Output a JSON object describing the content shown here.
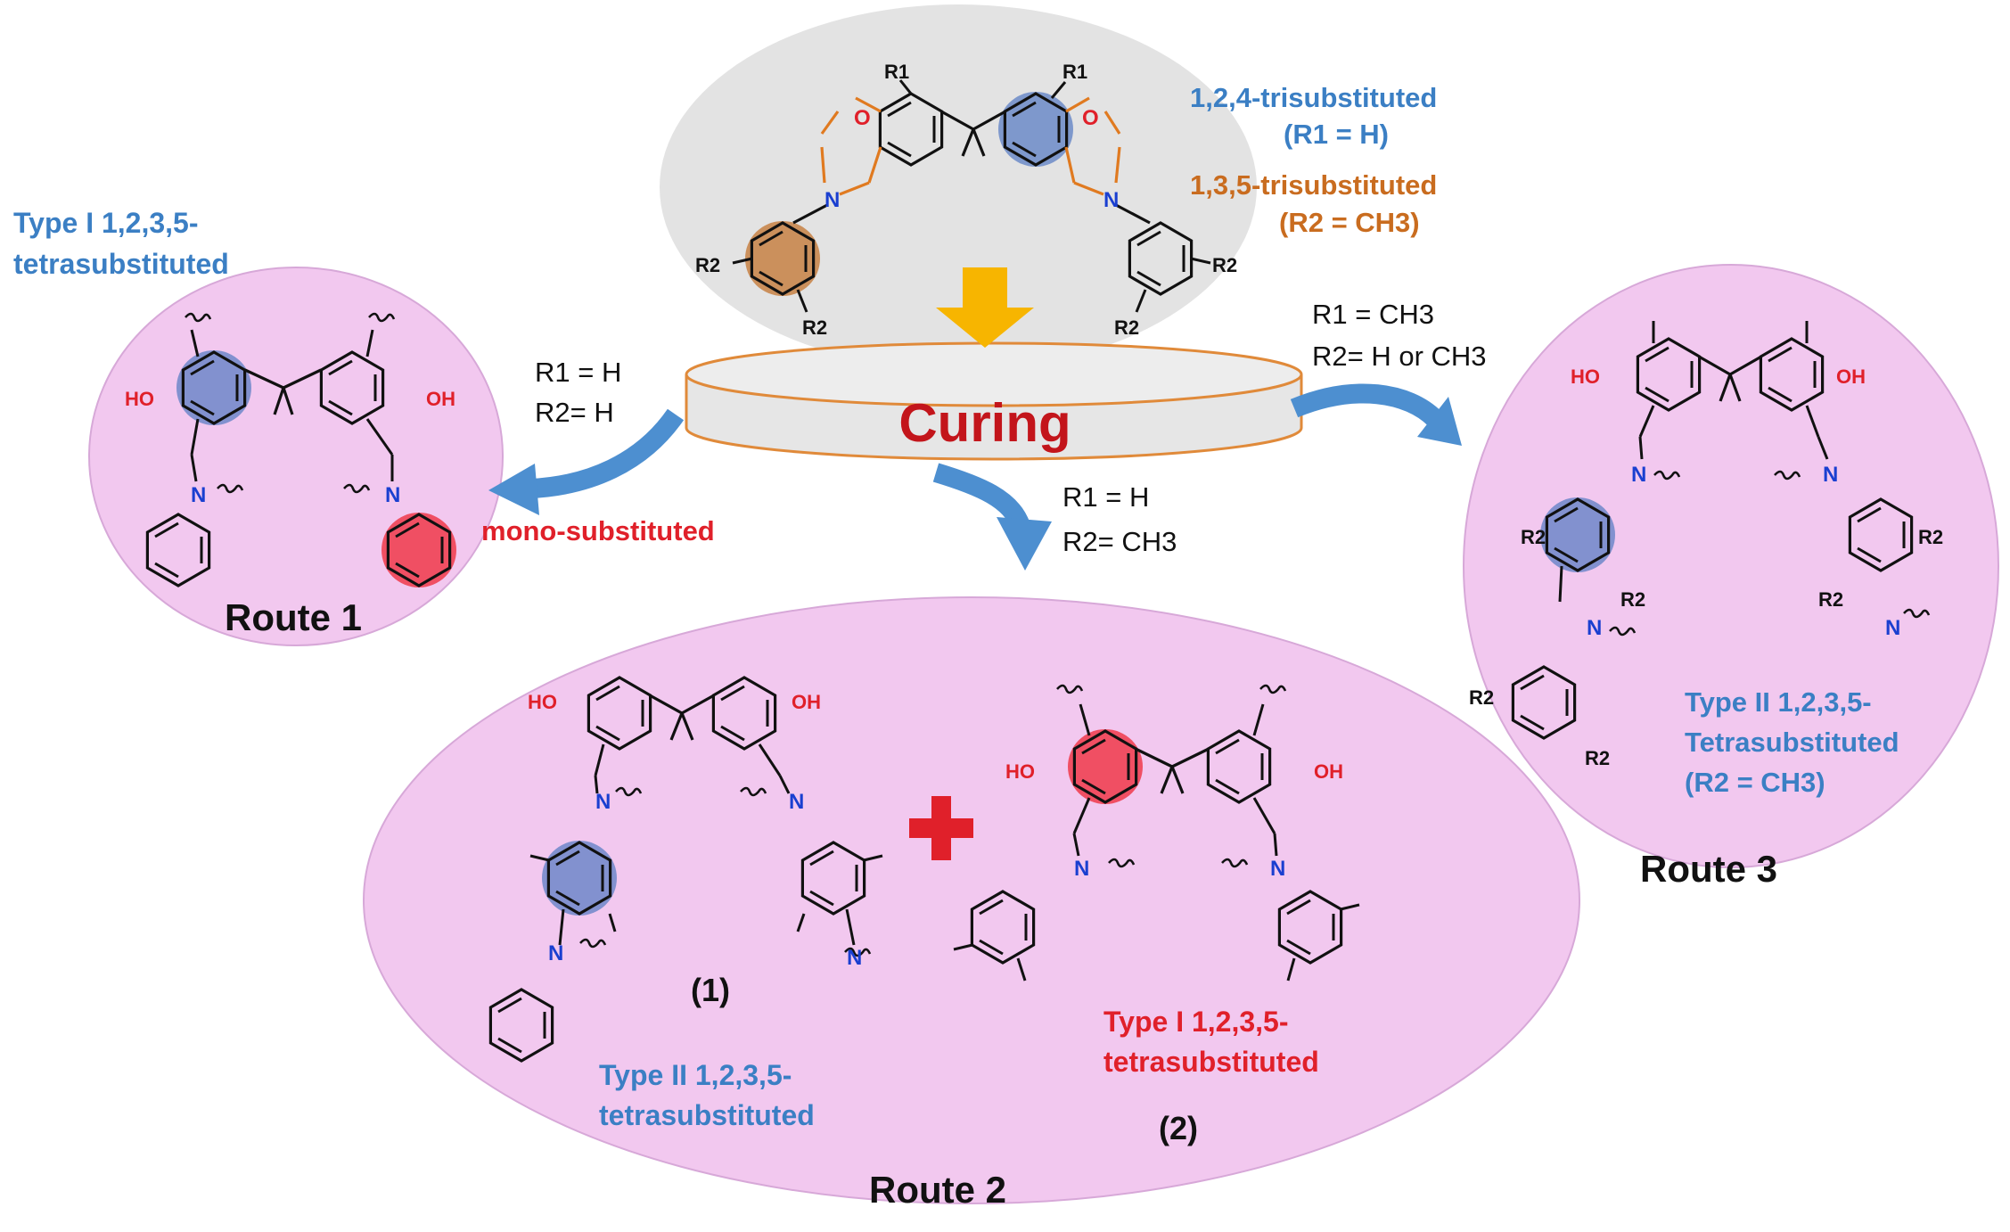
{
  "monomer": {
    "line1_substitution": "1,2,4-trisubstituted",
    "line1_condition": "(R1 = H)",
    "line2_substitution": "1,3,5-trisubstituted",
    "line2_condition": "(R2 = CH3)"
  },
  "curing": {
    "label": "Curing"
  },
  "conditions": {
    "route1": [
      "R1 = H",
      "R2= H"
    ],
    "route2": [
      "R1 = H",
      "R2= CH3"
    ],
    "route3": [
      "R1 = CH3",
      "R2= H or CH3"
    ]
  },
  "route1": {
    "title": "Route 1",
    "type_line1": "Type I 1,2,3,5-",
    "type_line2": "tetrasubstituted",
    "mono_label": "mono-substituted"
  },
  "route2": {
    "title": "Route 2",
    "product1_num": "(1)",
    "product2_num": "(2)",
    "type2_line1": "Type II 1,2,3,5-",
    "type2_line2": "tetrasubstituted",
    "type1_line1": "Type I 1,2,3,5-",
    "type1_line2": "tetrasubstituted"
  },
  "route3": {
    "title": "Route 3",
    "type_line1": "Type II 1,2,3,5-",
    "type_line2": "Tetrasubstituted",
    "type_line3": "(R2 = CH3)"
  },
  "atoms": {
    "oxygen": "O",
    "nitrogen": "N",
    "hydroxyl": "OH",
    "hydroxyl_left": "HO",
    "r1": "R1",
    "r2": "R2"
  },
  "colors": {
    "ellipse_pink": "#f2c8ef",
    "monomer_gray": "#e3e3e3",
    "blue_highlight": "#5c7fc4",
    "red_highlight": "#f03a4a",
    "orange_highlight": "#c47a3a",
    "arrow_blue": "#4d8fd0",
    "arrow_yellow": "#f7b500",
    "curing_red": "#c3151b",
    "text_blue": "#3b7fc4",
    "text_orange": "#c96c1f",
    "text_red": "#e0202a"
  }
}
